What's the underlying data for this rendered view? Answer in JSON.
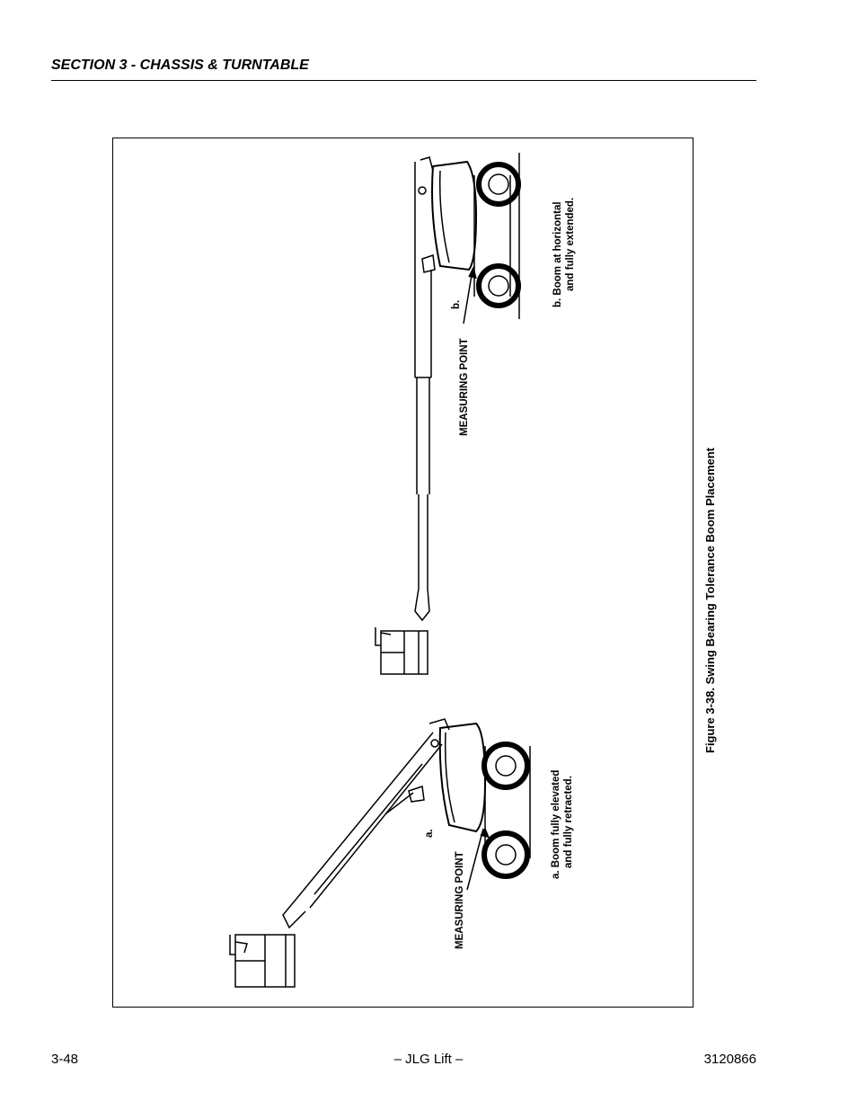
{
  "header": {
    "section_title": "SECTION 3 - CHASSIS & TURNTABLE"
  },
  "figure": {
    "caption": "Figure 3-38.  Swing Bearing Tolerance Boom Placement",
    "view_a": {
      "letter": "a.",
      "measuring_point": "MEASURING POINT",
      "desc_line1": "a. Boom fully elevated",
      "desc_line2": "and fully retracted."
    },
    "view_b": {
      "letter": "b.",
      "measuring_point": "MEASURING POINT",
      "desc_line1": "b. Boom at horizontal",
      "desc_line2": "and fully extended."
    }
  },
  "footer": {
    "page_number": "3-48",
    "center_text": "– JLG Lift –",
    "doc_number": "3120866"
  }
}
